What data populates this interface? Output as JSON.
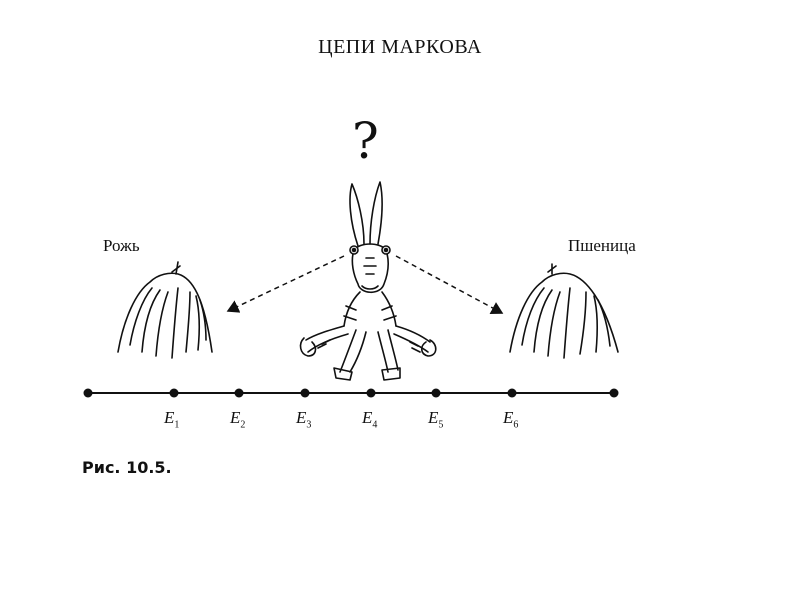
{
  "title": "ЦЕПИ МАРКОВА",
  "labels": {
    "left": "Рожь",
    "right": "Пшеница",
    "question": "?"
  },
  "states": [
    {
      "letter": "E",
      "sub": "1"
    },
    {
      "letter": "E",
      "sub": "2"
    },
    {
      "letter": "E",
      "sub": "3"
    },
    {
      "letter": "E",
      "sub": "4"
    },
    {
      "letter": "E",
      "sub": "5"
    },
    {
      "letter": "E",
      "sub": "6"
    }
  ],
  "caption": "Рис. 10.5."
}
